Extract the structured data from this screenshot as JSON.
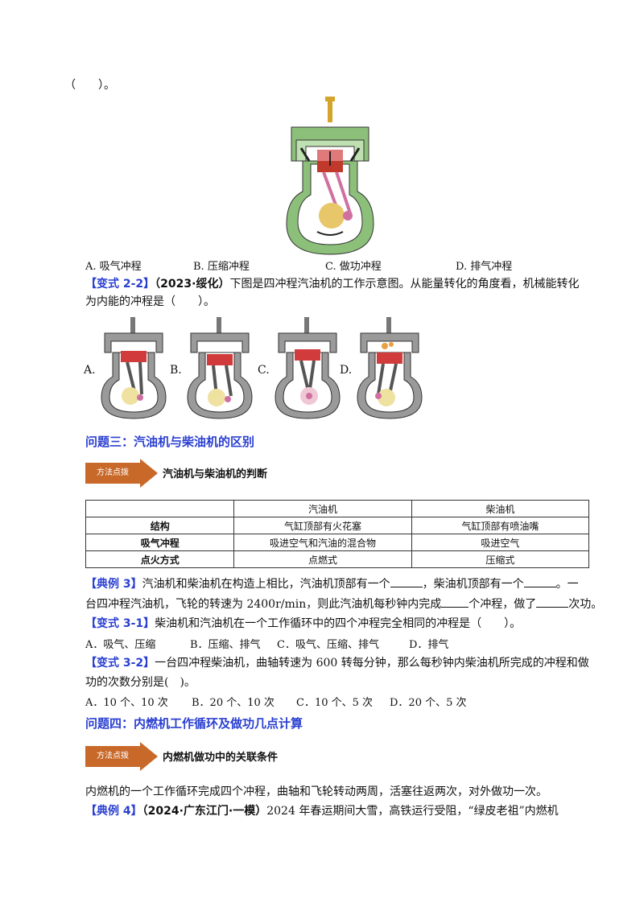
{
  "top_line": "（　　）。",
  "q1_options": [
    {
      "text": "A. 吸气冲程"
    },
    {
      "text": "B. 压缩冲程"
    },
    {
      "text": "C. 做功冲程"
    },
    {
      "text": "D. 排气冲程"
    }
  ],
  "variant22": {
    "tag": "【变式 2-2】",
    "source": "（2023·绥化）",
    "text1": "下图是四冲程汽油机的工作示意图。从能量转化的角度看，机械能转化",
    "text2": "为内能的冲程是（　　）。",
    "labels": [
      "A.",
      "B.",
      "C.",
      "D."
    ]
  },
  "section3": {
    "heading": "问题三：汽油机与柴油机的区别",
    "badge": "方法点拨",
    "badge_label": "汽油机与柴油机的判断"
  },
  "table": {
    "headers": [
      "",
      "汽油机",
      "柴油机"
    ],
    "rows": [
      [
        "结构",
        "气缸顶部有火花塞",
        "气缸顶部有喷油嘴"
      ],
      [
        "吸气冲程",
        "吸进空气和汽油的混合物",
        "吸进空气"
      ],
      [
        "点火方式",
        "点燃式",
        "压缩式"
      ]
    ]
  },
  "example3": {
    "tag": "【典例 3】",
    "text1a": "汽油机和柴油机在构造上相比，汽油机顶部有一个",
    "text1b": "，柴油机顶部有一个",
    "text1c": "。一",
    "text2a": "台四冲程汽油机，飞轮的转速为 2400r/min，则此汽油机每秒钟内完成",
    "text2b": "个冲程，做了",
    "text2c": "次功。"
  },
  "variant31": {
    "tag": "【变式 3-1】",
    "text": "柴油机和汽油机在一个工作循环中的四个冲程完全相同的冲程是（　　）。",
    "options": [
      "A．吸气、压缩",
      "B．压缩、排气",
      "C．吸气、压缩、排气",
      "D．排气"
    ]
  },
  "variant32": {
    "tag": "【变式 3-2】",
    "text1": "一台四冲程柴油机，曲轴转速为 600 转每分钟，那么每秒钟内柴油机所完成的冲程和做",
    "text2": "功的次数分别是(　)。",
    "options": [
      "A．10 个、10 次",
      "B．20 个、10 次",
      "C．10 个、5 次",
      "D．20 个、5 次"
    ]
  },
  "section4": {
    "heading": "问题四：内燃机工作循环及做功几点计算",
    "badge": "方法点拨",
    "badge_label": "内燃机做功中的关联条件",
    "text": "内燃机的一个工作循环完成四个冲程，曲轴和飞轮转动两周，活塞往返两次，对外做功一次。"
  },
  "example4": {
    "tag": "【典例 4】",
    "source": "（2024·广东江门·一模）",
    "text": "2024 年春运期间大雪，高铁运行受阻，“绿皮老祖”内燃机"
  },
  "colors": {
    "accent_blue": "#2a3fd1",
    "badge_orange": "#c8692a",
    "engine_green": "#8cc07a",
    "piston_red": "#c0392b"
  }
}
